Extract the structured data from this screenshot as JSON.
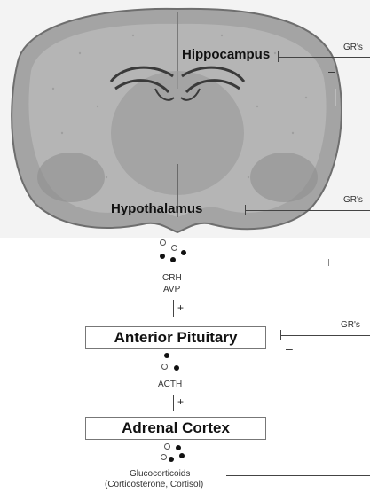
{
  "regions": {
    "hippocampus": "Hippocampus",
    "hypothalamus": "Hypothalamus",
    "anterior_pituitary": "Anterior Pituitary",
    "adrenal_cortex": "Adrenal Cortex"
  },
  "receptor_label": "GR's",
  "feedback_sign": "–",
  "stimulation_sign": "+",
  "hormones": {
    "hypothalamic_1": "CRH",
    "hypothalamic_2": "AVP",
    "pituitary": "ACTH",
    "adrenal_1": "Glucocorticoids",
    "adrenal_2": "(Corticosterone, Cortisol)"
  },
  "colors": {
    "brain_section": "#a9a9a9",
    "brain_background": "#f2f2f2",
    "line": "#444444"
  }
}
